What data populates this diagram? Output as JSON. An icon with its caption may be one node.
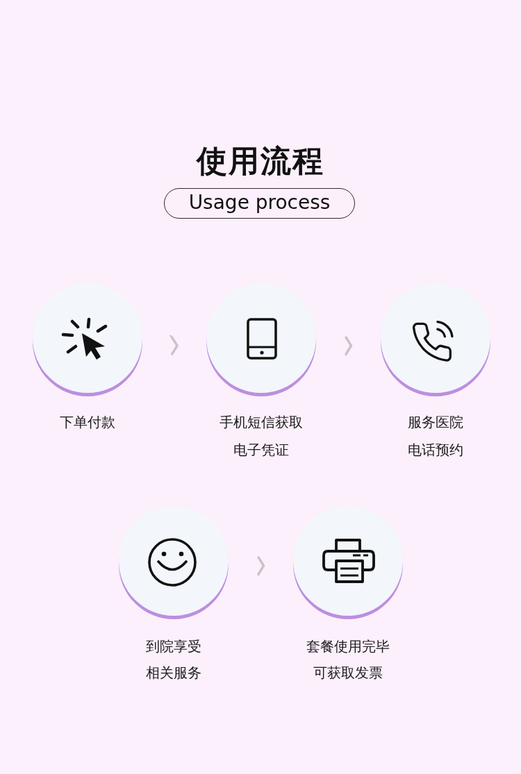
{
  "diagram": {
    "title": "使用流程",
    "nodes": [
      {
        "text": [
          "Usage process"
        ]
      },
      {
        "text": [
          "下单付款"
        ]
      },
      {
        "text": [
          "手机短信获取电子凭证"
        ]
      },
      {
        "text": [
          "服务医院电话预约"
        ]
      },
      {
        "text": [
          "到院享受相关服务"
        ]
      },
      {
        "text": [
          "套餐使用完毕可获取发票"
        ]
      }
    ],
    "edges": [
      {
        "from": 1,
        "to": 2,
        "arrow": "to"
      },
      {
        "from": 2,
        "to": 3,
        "arrow": "to"
      },
      {
        "from": 4,
        "to": 5,
        "arrow": "to"
      }
    ]
  }
}
